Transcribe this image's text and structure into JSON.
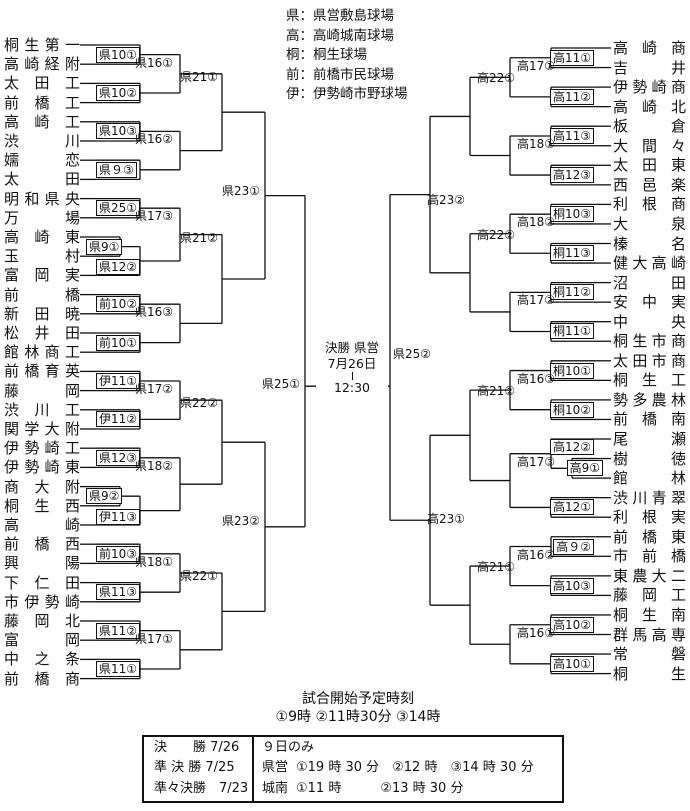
{
  "legend": [
    "県：県営敷島球場",
    "高：高崎城南球場",
    "桐：桐生球場",
    "前：前橋市民球場",
    "伊：伊勢崎市野球場"
  ],
  "left_teams": [
    "桐生第一",
    "高崎経附",
    "太田工",
    "前橋工",
    "高崎工",
    "渋川",
    "嬬恋",
    "太田",
    "明和県央",
    "万場",
    "高崎東",
    "玉村",
    "富岡実",
    "前橋",
    "新田暁",
    "松井田",
    "館林商工",
    "前橋育英",
    "藤岡",
    "渋川工",
    "関学大附",
    "伊勢崎工",
    "伊勢崎東",
    "商大附",
    "桐生西",
    "高崎",
    "前橋西",
    "興陽",
    "下仁田",
    "市伊勢崎",
    "藤岡北",
    "富岡",
    "中之条",
    "前橋商"
  ],
  "right_teams": [
    "高崎商",
    "吉井",
    "伊勢崎商",
    "高崎北",
    "板倉",
    "大間々",
    "太田東",
    "西邑楽",
    "利根商",
    "大泉",
    "榛名",
    "健大高崎",
    "沼田",
    "安中実",
    "中央",
    "桐生市商",
    "太田市商",
    "桐生工",
    "勢多農林",
    "前橋南",
    "尾瀬",
    "樹徳",
    "館林",
    "渋川青翠",
    "利根実",
    "前橋東",
    "市前橋",
    "東農大二",
    "藤岡工",
    "桐生南",
    "群馬高専",
    "常磐",
    "桐生"
  ],
  "games": {
    "L1": {
      "label": "県10①"
    },
    "L2": {
      "label": "県10②"
    },
    "L3": {
      "label": "県10③"
    },
    "L4": {
      "label": "県９③"
    },
    "L5": {
      "label": "県25①"
    },
    "L6": {
      "label": "県9①"
    },
    "L7": {
      "label": "県12②"
    },
    "L8": {
      "label": "前10②"
    },
    "L9": {
      "label": "前10①"
    },
    "L10": {
      "label": "伊11①"
    },
    "L11": {
      "label": "伊11②"
    },
    "L12": {
      "label": "県12③"
    },
    "L13": {
      "label": "県9②"
    },
    "L14": {
      "label": "伊11③"
    },
    "L15": {
      "label": "前10③"
    },
    "L16": {
      "label": "県11③"
    },
    "L17": {
      "label": "県11②"
    },
    "L18": {
      "label": "県11①"
    },
    "L2A": {
      "label": "県16①"
    },
    "L2B": {
      "label": "県16②"
    },
    "L2C": {
      "label": "県17③"
    },
    "L2D": {
      "label": "県16③"
    },
    "L2E": {
      "label": "県17②"
    },
    "L2F": {
      "label": "県18②"
    },
    "L2G": {
      "label": "県18①"
    },
    "L2H": {
      "label": "県17①"
    },
    "L3A": {
      "label": "県21①"
    },
    "L3B": {
      "label": "県21②"
    },
    "L3C": {
      "label": "県22②"
    },
    "L3D": {
      "label": "県22①"
    },
    "L4A": {
      "label": "県23①"
    },
    "L4B": {
      "label": "県23②"
    },
    "R5": {
      "label": "県25②"
    },
    "R1": {
      "label": "高11①"
    },
    "R2": {
      "label": "高11②"
    },
    "R3": {
      "label": "高11③"
    },
    "R4": {
      "label": "高12③"
    },
    "R5a": {
      "label": "桐10③"
    },
    "R6": {
      "label": "桐11③"
    },
    "R7": {
      "label": "桐11②"
    },
    "R8": {
      "label": "桐11①"
    },
    "R9": {
      "label": "桐10①"
    },
    "R10": {
      "label": "桐10②"
    },
    "R11": {
      "label": "高12②"
    },
    "R12": {
      "label": "高9①"
    },
    "R13": {
      "label": "高12①"
    },
    "R14": {
      "label": "高９②"
    },
    "R15": {
      "label": "高10③"
    },
    "R16": {
      "label": "高10②"
    },
    "R17": {
      "label": "高10①"
    },
    "R2A": {
      "label": "高17①"
    },
    "R2B": {
      "label": "高18①"
    },
    "R2C": {
      "label": "高18②"
    },
    "R2D": {
      "label": "高17②"
    },
    "R2E": {
      "label": "高16③"
    },
    "R2F": {
      "label": "高17③"
    },
    "R2G": {
      "label": "高16②"
    },
    "R2H": {
      "label": "高16①"
    },
    "R3A": {
      "label": "高22①"
    },
    "R3B": {
      "label": "高22②"
    },
    "R3C": {
      "label": "高21②"
    },
    "R3D": {
      "label": "高21①"
    },
    "R4A": {
      "label": "高23②"
    },
    "R4B": {
      "label": "高23①"
    }
  },
  "final": {
    "title": "決勝 県営",
    "date": "7月26日",
    "time": "12:30"
  },
  "start_times": {
    "title": "試合開始予定時刻",
    "times": "①9時 ②11時30分 ③14時"
  },
  "schedule": {
    "final": "決　　勝 7/26",
    "semifinal": "準 決 勝 7/25",
    "quarterfinal": "準々決勝　7/23",
    "day9": "９日のみ",
    "kenei_label": "県営",
    "kenei_times": "①19 時 30 分　②12 時　③14 時 30 分",
    "jonan_label": "城南",
    "jonan_times": "①11 時　　　②13 時 30 分"
  },
  "colors": {
    "ink": "#111111",
    "background": "#ffffff"
  }
}
